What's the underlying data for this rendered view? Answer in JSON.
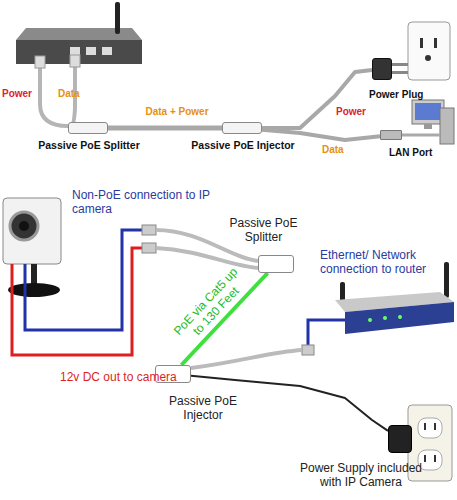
{
  "diagram": {
    "nodes": [
      {
        "text": [
          "Passive PoE Splitter"
        ]
      },
      {
        "text": [
          "Passive PoE Injector"
        ]
      },
      {
        "text": [
          "Power Plug"
        ]
      },
      {
        "text": [
          "LAN Port"
        ]
      },
      {
        "text": [
          "Passive PoE Splitter"
        ]
      },
      {
        "text": [
          "Passive PoE Injector"
        ]
      },
      {
        "text": [
          "Power Supply included with IP Camera"
        ]
      }
    ],
    "edges": [
      {
        "from": 0,
        "to": 1,
        "arrow": "none",
        "label": "Data + Power"
      },
      {
        "from": 1,
        "to": 2,
        "arrow": "none",
        "label": "Power"
      },
      {
        "from": 1,
        "to": 3,
        "arrow": "none",
        "label": "Data"
      },
      {
        "from": 5,
        "to": 4,
        "arrow": "none",
        "label": "PoE via Cat5 up to 130 Feet"
      },
      {
        "from": 5,
        "to": 6,
        "arrow": "none"
      }
    ],
    "labels": [
      "Power",
      "Data",
      "Non-PoE connection to IP camera",
      "12v DC out to camera",
      "Ethernet/ Network connection to router"
    ]
  }
}
